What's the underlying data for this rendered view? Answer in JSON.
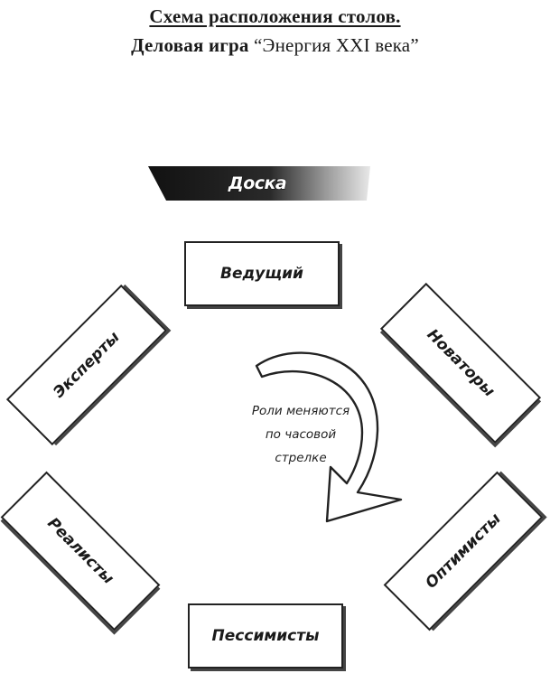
{
  "header": {
    "title": "Схема расположения столов.",
    "subtitle_prefix": "Деловая игра ",
    "subtitle_game": "“Энергия XXI века”"
  },
  "board": {
    "label": "Доска"
  },
  "tables": {
    "host": "Ведущий",
    "experts": "Эксперты",
    "innovators": "Новаторы",
    "realists": "Реалисты",
    "optimists": "Оптимисты",
    "pessimists": "Пессимисты"
  },
  "rotation_note": {
    "line1": "Роли меняются",
    "line2": "по часовой",
    "line3": "стрелке"
  }
}
